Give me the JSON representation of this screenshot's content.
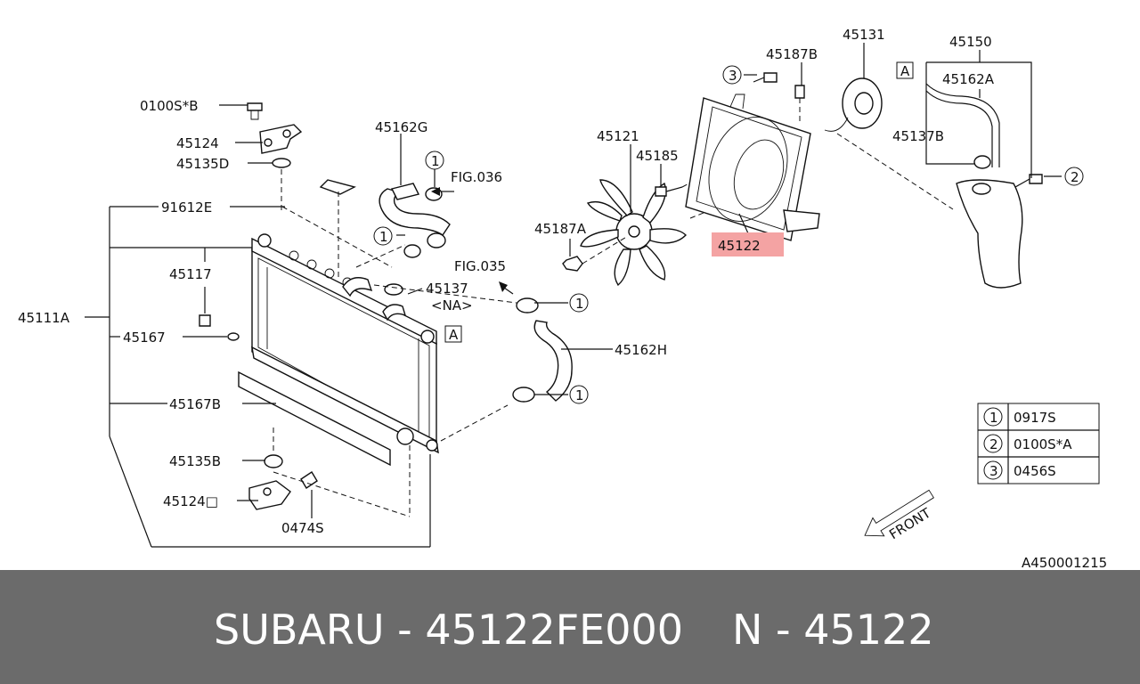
{
  "diagram": {
    "labels": {
      "p0100sb": "0100S*B",
      "p45124a": "45124",
      "p45135d": "45135D",
      "p91612e": "91612E",
      "p45111a": "45111A",
      "p45117": "45117",
      "p45167": "45167",
      "p45167b": "45167B",
      "p45135b": "45135B",
      "p45124b": "45124□",
      "p0474s": "0474S",
      "p45162g": "45162G",
      "fig036": "FIG.036",
      "fig035": "FIG.035",
      "p45137": "45137",
      "na": "<NA>",
      "p45162h": "45162H",
      "p45121": "45121",
      "p45185": "45185",
      "p45187a": "45187A",
      "p45122": "45122",
      "p45187b": "45187B",
      "p45131": "45131",
      "p45150": "45150",
      "p45162a": "45162A",
      "p45137b": "45137B",
      "front": "FRONT",
      "drawing_no": "A450001215",
      "box_a": "A",
      "c1": "1",
      "c2": "2",
      "c3": "3"
    },
    "legend": [
      {
        "num": "1",
        "code": "0917S"
      },
      {
        "num": "2",
        "code": "0100S*A"
      },
      {
        "num": "3",
        "code": "0456S"
      }
    ],
    "highlight_color": "#f4a3a3"
  },
  "footer": {
    "brand_part": "SUBARU - 45122FE000",
    "ref": "N - 45122",
    "background": "#6b6b6b"
  }
}
